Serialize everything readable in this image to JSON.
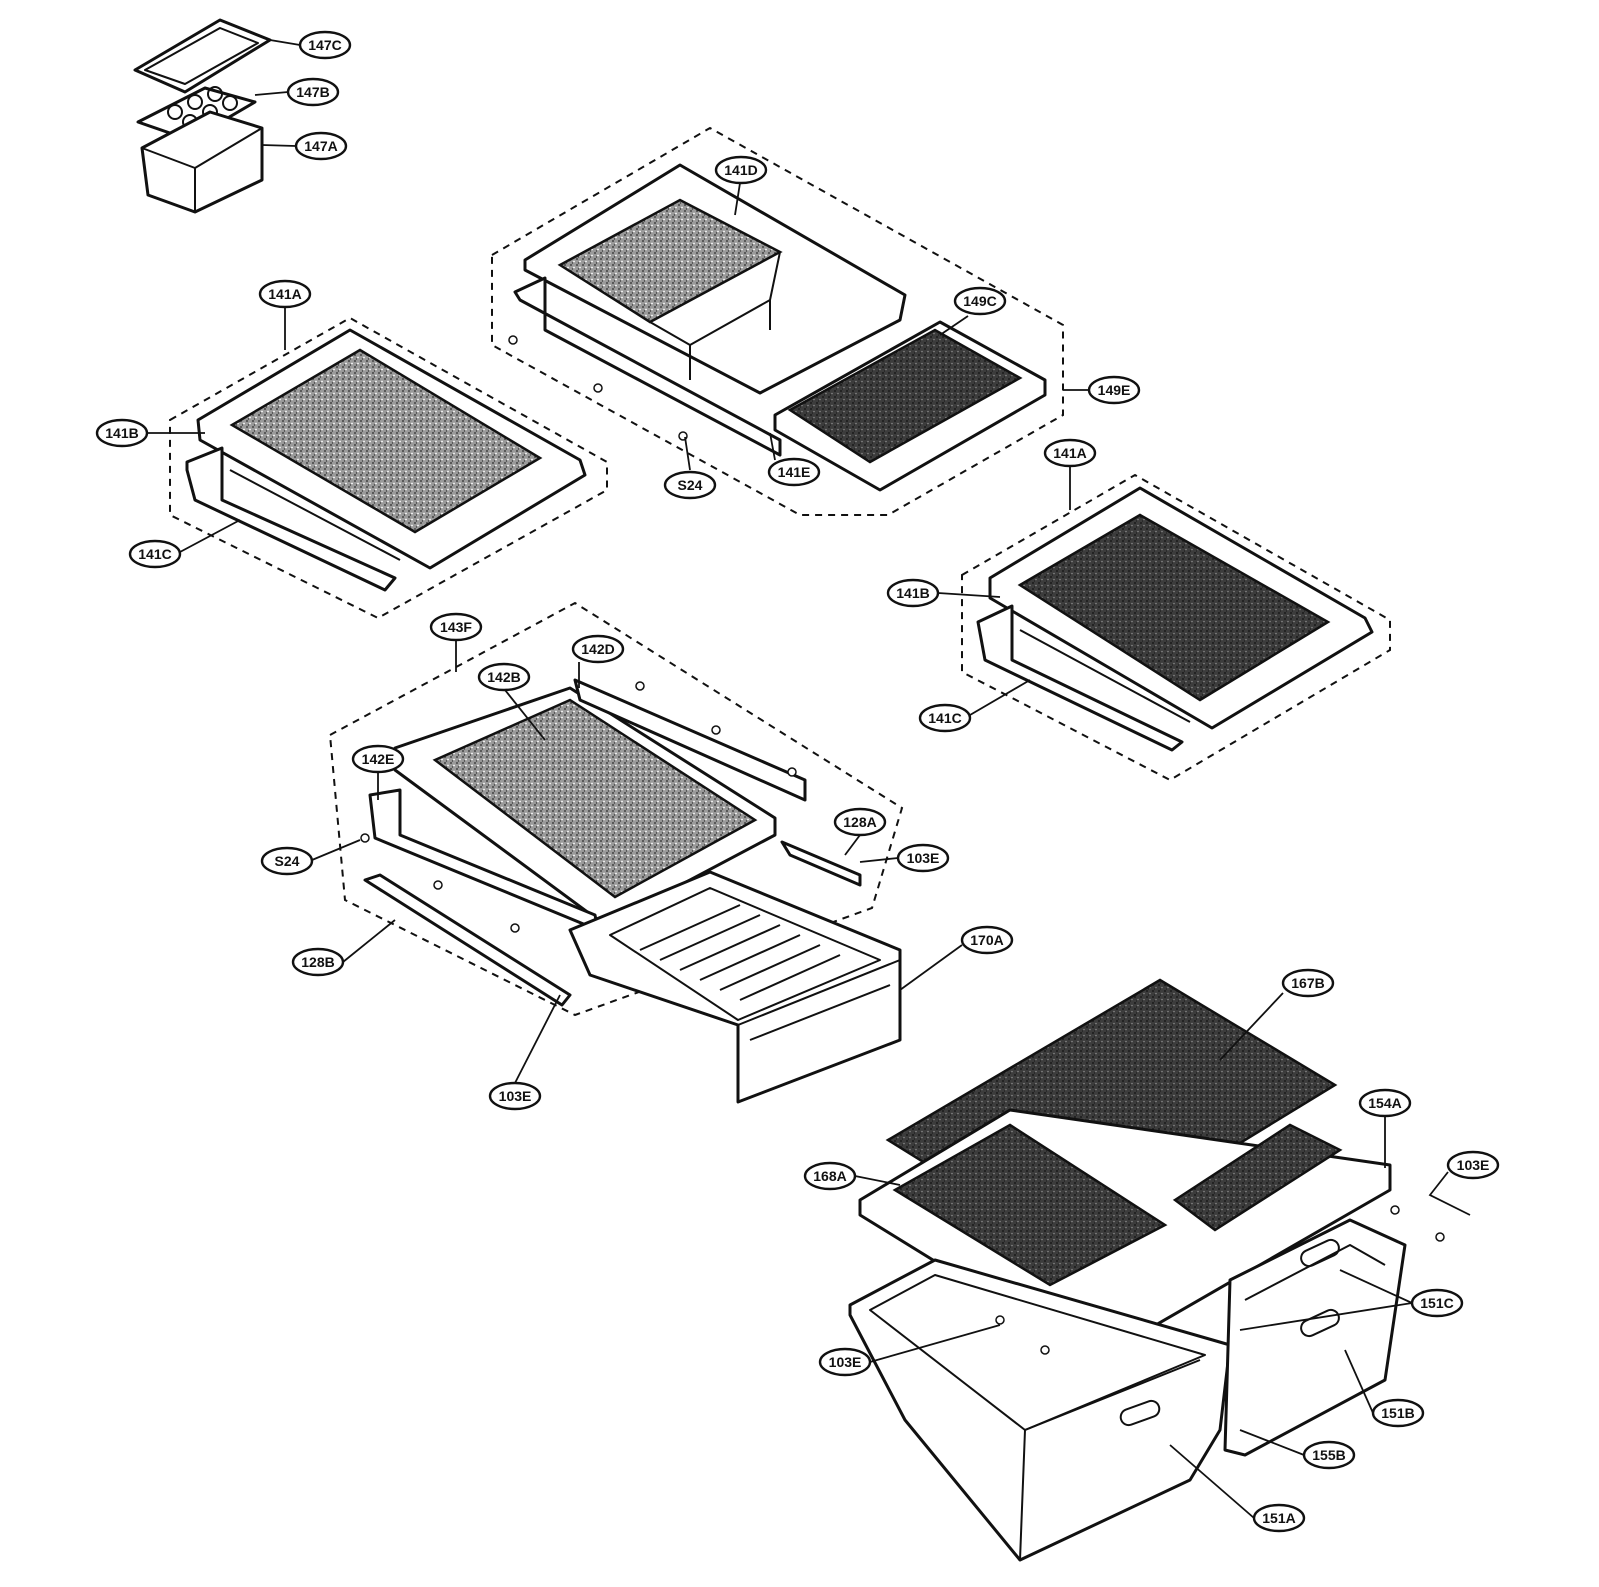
{
  "callouts": [
    "147C",
    "147B",
    "147A",
    "141D",
    "141A",
    "149C",
    "149E",
    "141B",
    "141E",
    "S24",
    "141C",
    "141A",
    "141B",
    "141C",
    "143F",
    "142D",
    "142B",
    "142E",
    "128A",
    "103E",
    "S24",
    "128B",
    "170A",
    "103E",
    "167B",
    "154A",
    "103E",
    "168A",
    "151C",
    "103E",
    "151B",
    "155B",
    "151A"
  ]
}
